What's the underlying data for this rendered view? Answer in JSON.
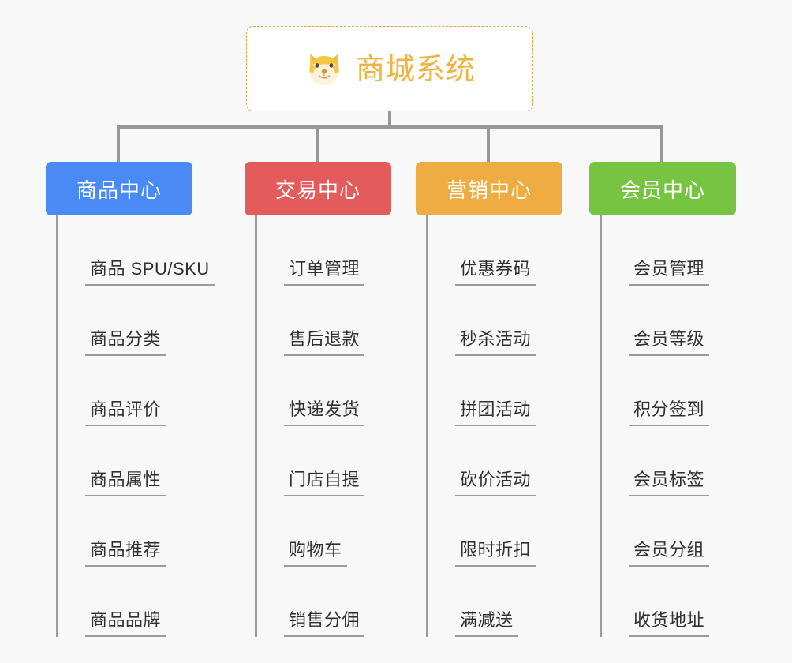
{
  "root": {
    "title": "商城系统",
    "icon": "shiba-dog-face-icon",
    "text_color": "#efb33f",
    "border_color": "#e6a23c",
    "background": "#ffffff"
  },
  "connector_color": "#979797",
  "canvas_background": "#f8f8f8",
  "columns": [
    {
      "id": "product-center",
      "title": "商品中心",
      "color": "#4a8af4",
      "items": [
        "商品 SPU/SKU",
        "商品分类",
        "商品评价",
        "商品属性",
        "商品推荐",
        "商品品牌"
      ]
    },
    {
      "id": "trade-center",
      "title": "交易中心",
      "color": "#e45b5b",
      "items": [
        "订单管理",
        "售后退款",
        "快递发货",
        "门店自提",
        "购物车",
        "销售分佣"
      ]
    },
    {
      "id": "marketing-center",
      "title": "营销中心",
      "color": "#eeac42",
      "items": [
        "优惠券码",
        "秒杀活动",
        "拼团活动",
        "砍价活动",
        "限时折扣",
        "满减送"
      ]
    },
    {
      "id": "member-center",
      "title": "会员中心",
      "color": "#76c442",
      "items": [
        "会员管理",
        "会员等级",
        "积分签到",
        "会员标签",
        "会员分组",
        "收货地址"
      ]
    }
  ]
}
